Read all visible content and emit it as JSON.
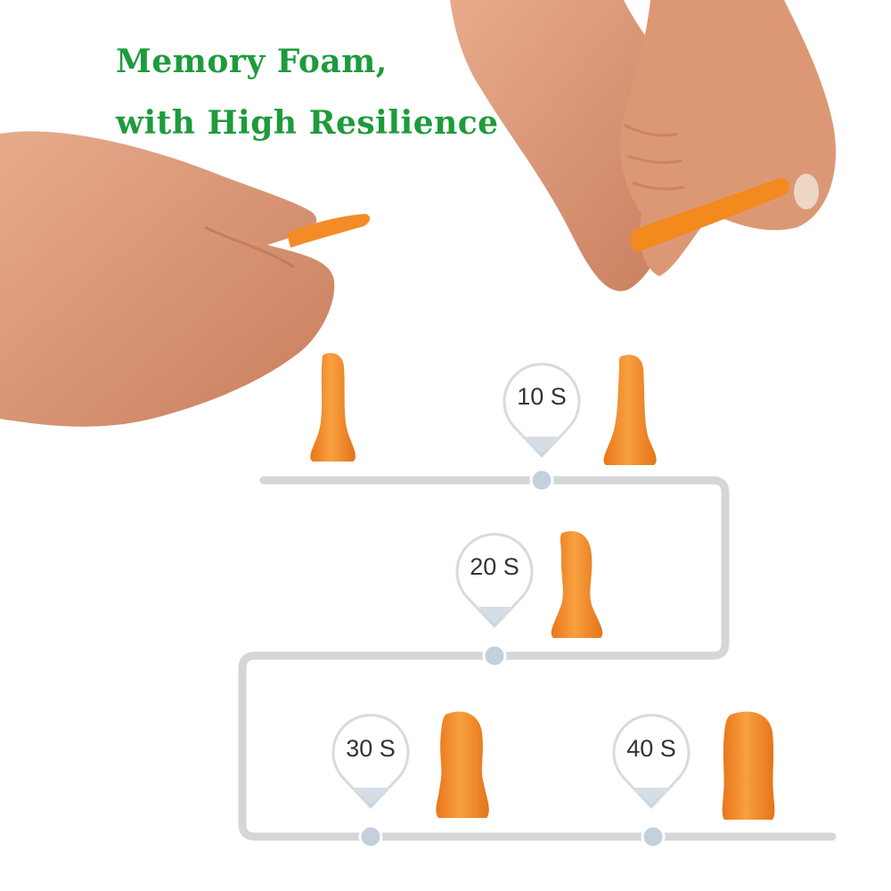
{
  "headline": {
    "line1": "Memory Foam,",
    "line2": "with High Resilience"
  },
  "timeline": {
    "markers": [
      {
        "label": "10 S"
      },
      {
        "label": "20 S"
      },
      {
        "label": "30 S"
      },
      {
        "label": "40 S"
      }
    ]
  },
  "colors": {
    "headline": "#1e9b3c",
    "foam": "#f28a1e",
    "track": "#d4d6d9",
    "pin_fill": "#ffffff",
    "pin_stroke": "#d4dbe2",
    "pin_tip": "#b9c7d4",
    "skin": "#d8916f"
  },
  "icons": [
    "location-pin-icon",
    "earplug-foam",
    "hand"
  ]
}
